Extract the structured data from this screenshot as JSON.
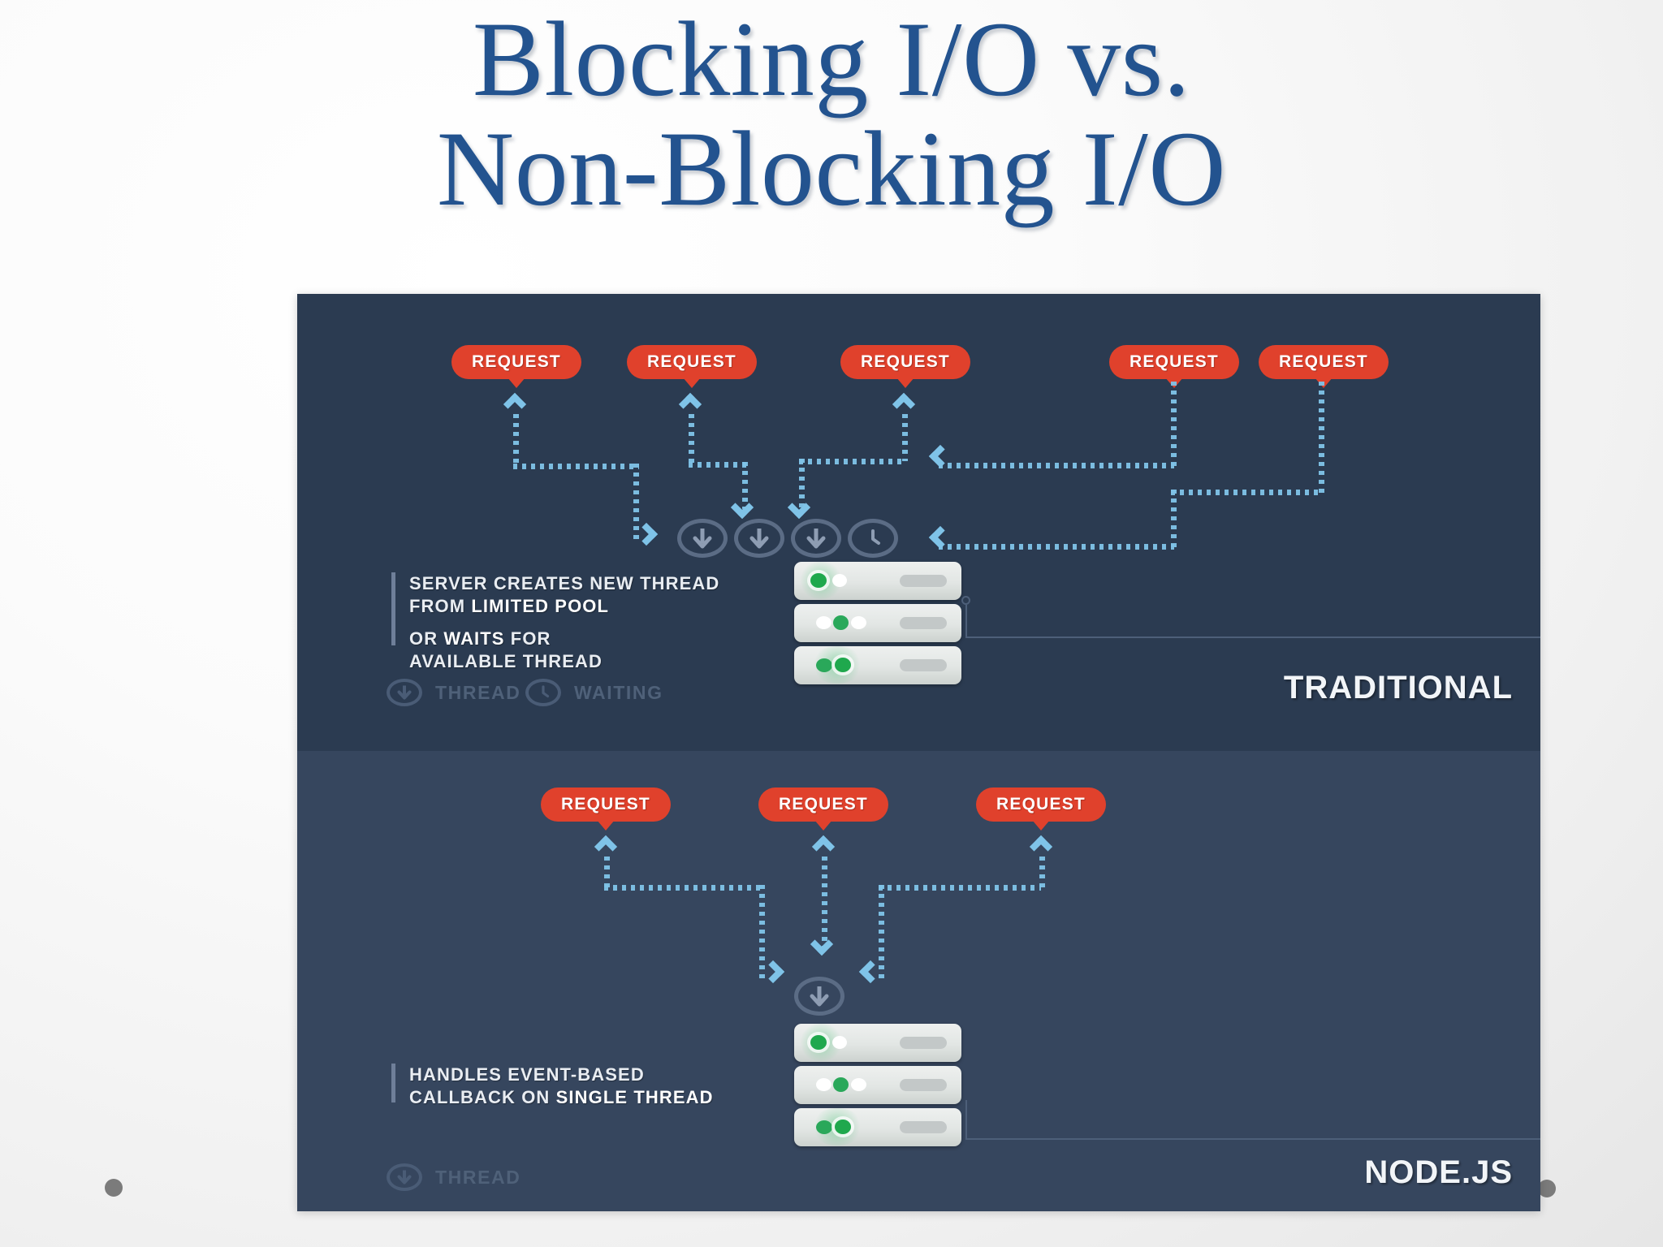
{
  "slide": {
    "title": "Blocking I/O vs.\nNon-Blocking I/O",
    "title_color": "#23538f",
    "background": "#f1f1f1"
  },
  "infographic": {
    "accent_request_color": "#e0412c",
    "accent_flow_color": "#7fc3e8",
    "panel_top_bg": "#2b3b51",
    "panel_bottom_bg": "#36465e",
    "traditional": {
      "brand": "TRADITIONAL",
      "requests": [
        "REQUEST",
        "REQUEST",
        "REQUEST",
        "REQUEST",
        "REQUEST"
      ],
      "description": {
        "line1_pre": "SERVER CREATES NEW THREAD",
        "line2_pre": "FROM ",
        "line2_bold": "LIMITED POOL",
        "line3_pre": "OR ",
        "line3_bold": "WAITS",
        "line3_post": " FOR",
        "line4": "AVAILABLE THREAD"
      },
      "nodes": [
        {
          "type": "thread-icon"
        },
        {
          "type": "thread-icon"
        },
        {
          "type": "thread-icon"
        },
        {
          "type": "clock-icon"
        }
      ],
      "legend": [
        {
          "icon": "thread-icon",
          "label": "THREAD"
        },
        {
          "icon": "clock-icon",
          "label": "WAITING"
        }
      ]
    },
    "nodejs": {
      "brand": "NODE.JS",
      "requests": [
        "REQUEST",
        "REQUEST",
        "REQUEST"
      ],
      "description": {
        "line1": "HANDLES EVENT-BASED",
        "line2_pre": "CALLBACK ON ",
        "line2_bold": "SINGLE THREAD"
      },
      "nodes": [
        {
          "type": "thread-icon"
        }
      ],
      "legend": [
        {
          "icon": "thread-icon",
          "label": "THREAD"
        }
      ]
    }
  }
}
